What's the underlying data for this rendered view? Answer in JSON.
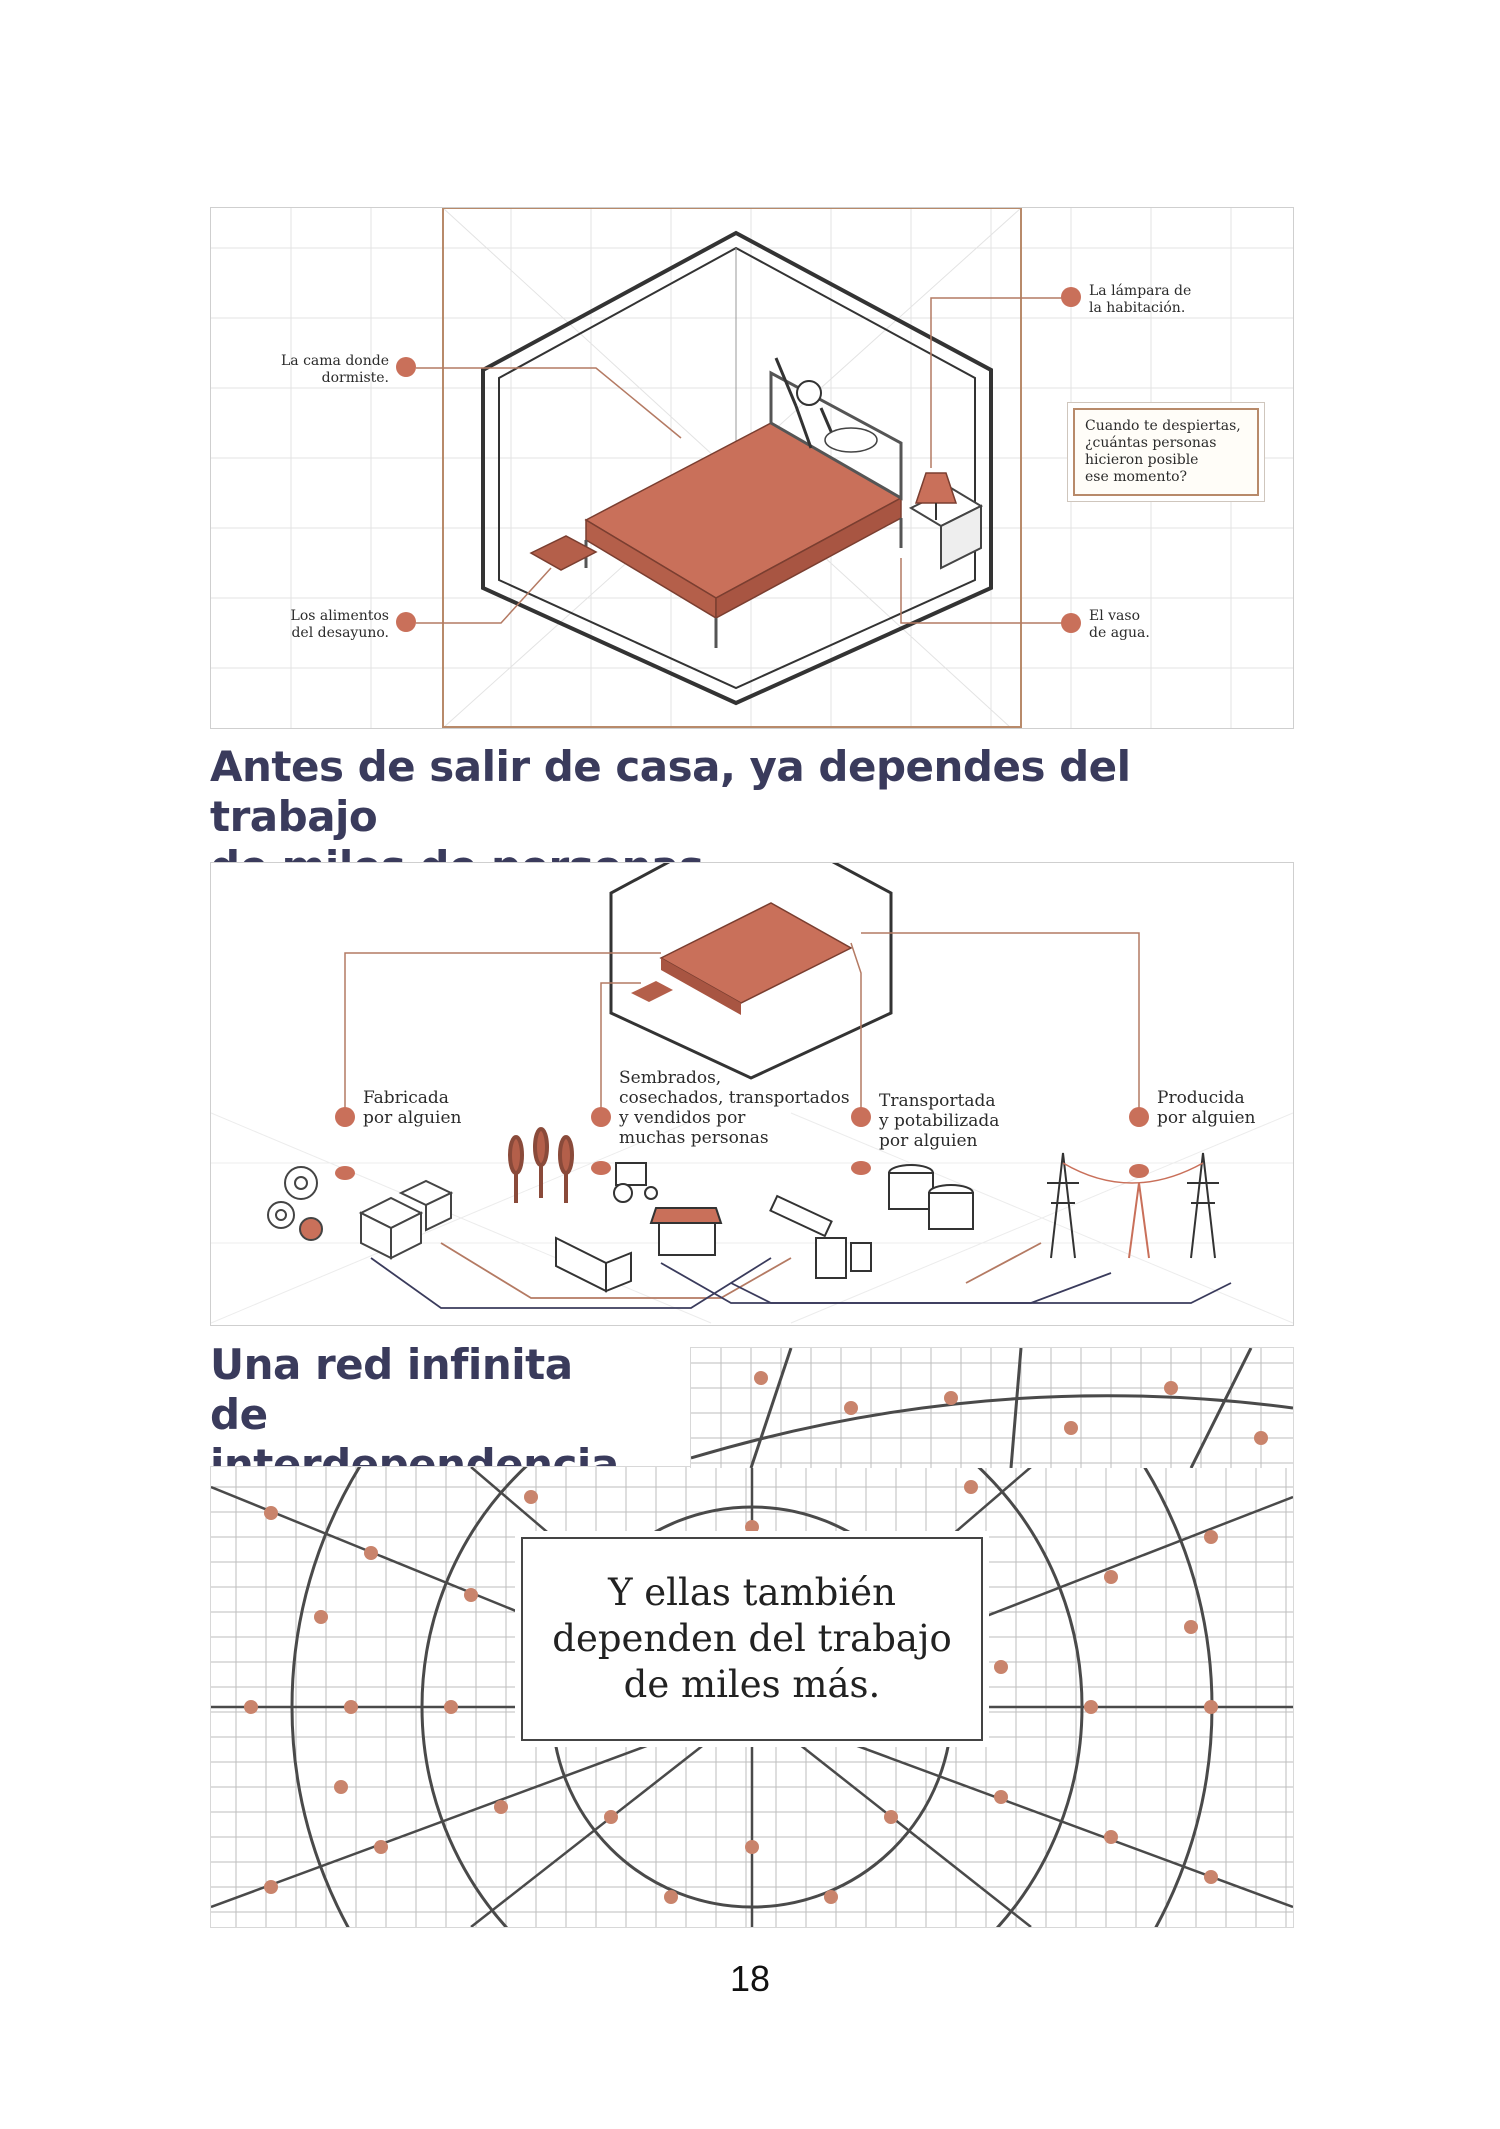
{
  "panel1": {
    "callouts": {
      "bed": "La cama donde\ndormiste.",
      "breakfast": "Los alimentos\ndel desayuno.",
      "lamp": "La lámpara de\nla habitación.",
      "water": "El vaso\nde agua."
    },
    "question": "Cuando te despiertas,\n¿cuántas personas\nhicieron posible\nese momento?"
  },
  "heading1": "Antes de salir de casa, ya dependes del trabajo\nde miles de personas",
  "panel2": {
    "labels": {
      "made": "Fabricada\npor alguien",
      "sown": "Sembrados,\ncosechados, transportados\ny vendidos por\nmuchas personas",
      "transported": "Transportada\ny potabilizada\npor alguien",
      "produced": "Producida\npor alguien"
    }
  },
  "heading2": "Una red infinita\nde interdependencia",
  "panel3": {
    "message": "Y ellas también\ndependen del trabajo\nde miles más."
  },
  "page_number": "18",
  "colors": {
    "accent": "#c9705a",
    "heading": "#3a3b5c",
    "frame": "#b88a6a"
  }
}
